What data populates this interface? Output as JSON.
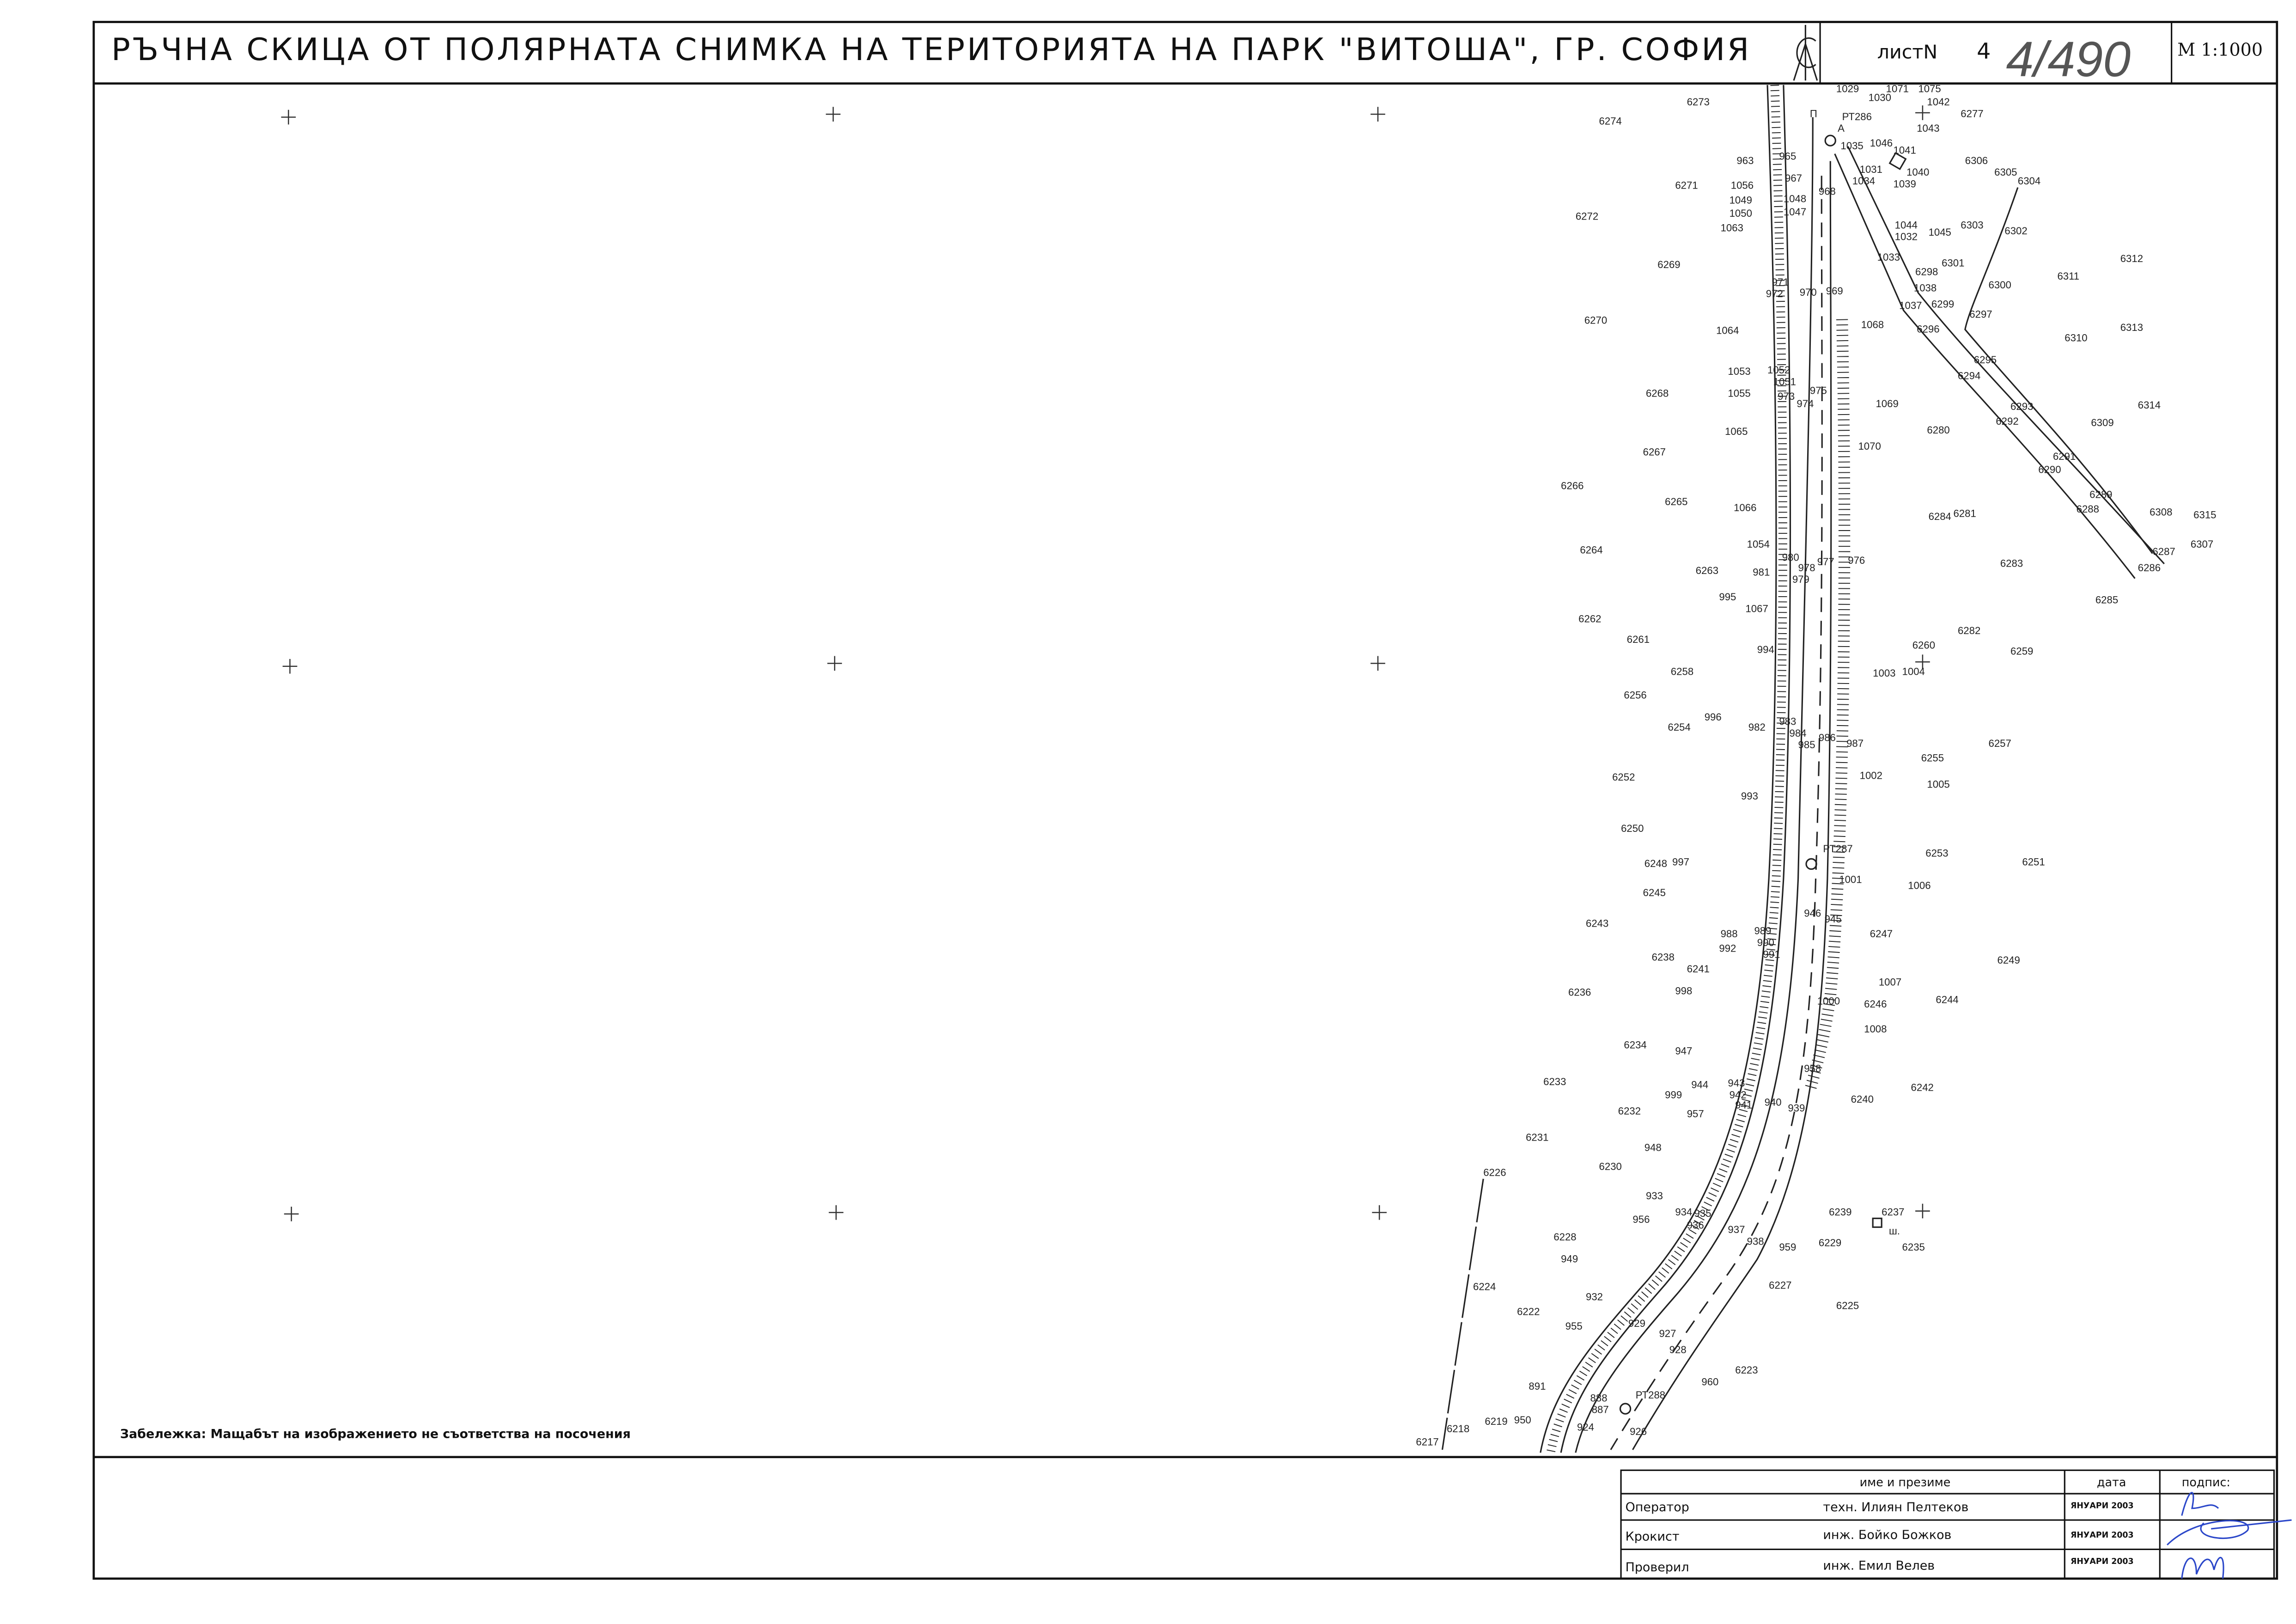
{
  "header": {
    "title": "РЪЧНА СКИЦА ОТ ПОЛЯРНАТА СНИМКА НА ТЕРИТОРИЯТА НА  ПАРК \"ВИТОША\",  ГР. СОФИЯ",
    "sheet_label": "листN",
    "sheet_number": "4",
    "handwritten_number": "4/490",
    "scale": "M 1:1000"
  },
  "note": "Забележка: Мащабът на изображението не съответства на посочения",
  "signoff_table": {
    "headers": [
      "име и презиме",
      "дата",
      "подпис:"
    ],
    "rows": [
      {
        "role": "Оператор",
        "name": "техн. Илиян Пелтеков",
        "date": "ЯНУАРИ 2003"
      },
      {
        "role": "Крокист",
        "name": "инж. Бойко Божков",
        "date": "ЯНУАРИ 2003"
      },
      {
        "role": "Проверил",
        "name": "инж. Емил  Велев",
        "date": "ЯНУАРИ 2003"
      }
    ]
  },
  "map": {
    "stations": [
      "РТ286",
      "РТ287",
      "РТ288"
    ],
    "marker_labels": [
      "П",
      "А",
      "ш."
    ],
    "points": [
      "6273",
      "6274",
      "6277",
      "6306",
      "6305",
      "6304",
      "6271",
      "6272",
      "6302",
      "6303",
      "1045",
      "6312",
      "6311",
      "6301",
      "6300",
      "6298",
      "6269",
      "6297",
      "6299",
      "6296",
      "6310",
      "6313",
      "6270",
      "1064",
      "1068",
      "6295",
      "6294",
      "6268",
      "1069",
      "6293",
      "6292",
      "6314",
      "6309",
      "6280",
      "1065",
      "1070",
      "6267",
      "6291",
      "6290",
      "6266",
      "6265",
      "1066",
      "6289",
      "6288",
      "6284",
      "6281",
      "6308",
      "6315",
      "6307",
      "6287",
      "6286",
      "6264",
      "1054",
      "6283",
      "6263",
      "6285",
      "995",
      "1067",
      "6262",
      "6282",
      "6261",
      "6260",
      "6259",
      "994",
      "1003",
      "1004",
      "6258",
      "6256",
      "996",
      "6254",
      "982",
      "6257",
      "6255",
      "1002",
      "6252",
      "1005",
      "993",
      "6250",
      "6248",
      "997",
      "6253",
      "6251",
      "1001",
      "1006",
      "6245",
      "6243",
      "6247",
      "988",
      "992",
      "6238",
      "6241",
      "6249",
      "998",
      "6236",
      "1007",
      "1000",
      "6246",
      "6244",
      "1008",
      "6234",
      "947",
      "958",
      "6233",
      "944",
      "6242",
      "999",
      "6240",
      "957",
      "941",
      "940",
      "939",
      "6232",
      "6231",
      "948",
      "6230",
      "6226",
      "933",
      "956",
      "936",
      "6239",
      "6237",
      "6235",
      "937",
      "938",
      "959",
      "6229",
      "6228",
      "949",
      "6227",
      "6224",
      "932",
      "6225",
      "6222",
      "955",
      "929",
      "927",
      "928",
      "6223",
      "960",
      "891",
      "888",
      "887",
      "924",
      "6219",
      "950",
      "6218",
      "6217",
      "926",
      "1029",
      "1030",
      "1071",
      "1075",
      "1042",
      "1043",
      "1046",
      "1041",
      "1040",
      "1039",
      "1035",
      "1031",
      "1034",
      "1044",
      "1032",
      "1033",
      "1038",
      "1037",
      "963",
      "965",
      "967",
      "1056",
      "1049",
      "1050",
      "1063",
      "1048",
      "1047",
      "968",
      "971",
      "972",
      "970",
      "969",
      "1053",
      "1052",
      "1051",
      "1055",
      "973",
      "974",
      "975",
      "980",
      "981",
      "978",
      "979",
      "977",
      "976",
      "983",
      "984",
      "985",
      "986",
      "987",
      "989",
      "990",
      "991",
      "946",
      "945",
      "943",
      "942",
      "935",
      "934"
    ]
  }
}
